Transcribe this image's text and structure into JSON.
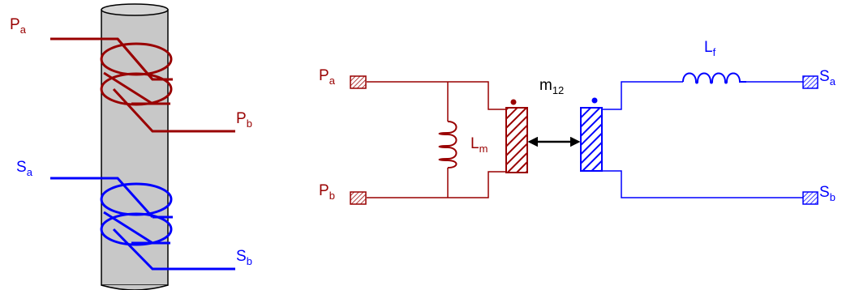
{
  "colors": {
    "primary": "#990000",
    "secondary": "#0000ff",
    "core_fill": "#c8c8c8",
    "core_stroke": "#000000",
    "coupling_arrow": "#000000"
  },
  "left_figure": {
    "core": "cylindrical-core",
    "primary_a": {
      "main": "P",
      "sub": "a"
    },
    "primary_b": {
      "main": "P",
      "sub": "b"
    },
    "secondary_a": {
      "main": "S",
      "sub": "a"
    },
    "secondary_b": {
      "main": "S",
      "sub": "b"
    }
  },
  "right_figure": {
    "terminal_pa": {
      "main": "P",
      "sub": "a"
    },
    "terminal_pb": {
      "main": "P",
      "sub": "b"
    },
    "terminal_sa": {
      "main": "S",
      "sub": "a"
    },
    "terminal_sb": {
      "main": "S",
      "sub": "b"
    },
    "magnetizing_inductance": {
      "main": "L",
      "sub": "m"
    },
    "mutual_coupling": {
      "main": "m",
      "sub": "12"
    },
    "filter_inductance": {
      "main": "L",
      "sub": "f"
    },
    "dot_markers": "polarity-dots"
  }
}
